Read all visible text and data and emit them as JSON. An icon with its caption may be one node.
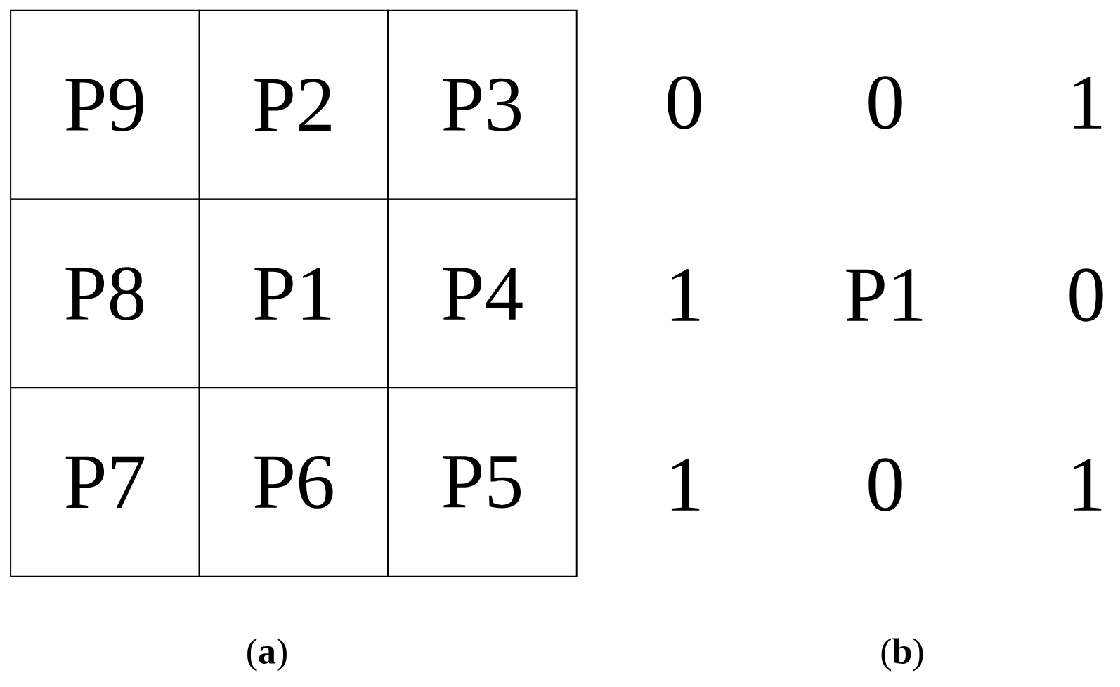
{
  "diagram": {
    "nodes": [
      {
        "text": [
          "P9"
        ]
      },
      {
        "text": [
          "P2"
        ]
      },
      {
        "text": [
          "P3"
        ]
      },
      {
        "text": [
          "P8"
        ]
      },
      {
        "text": [
          "P1"
        ]
      },
      {
        "text": [
          "P4"
        ]
      },
      {
        "text": [
          "P7"
        ]
      },
      {
        "text": [
          "P6"
        ]
      },
      {
        "text": [
          "P5"
        ]
      }
    ],
    "labels": [
      "0",
      "0",
      "1",
      "1",
      "P1",
      "0",
      "1",
      "0",
      "1",
      "(**a**)",
      "(**b**)"
    ]
  }
}
